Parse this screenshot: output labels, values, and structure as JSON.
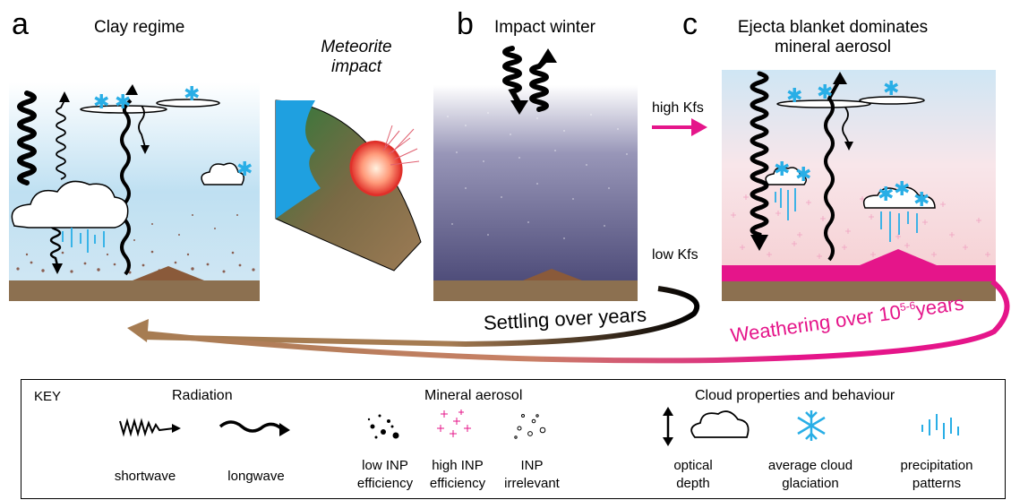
{
  "panels": {
    "a": {
      "letter": "a",
      "title": "Clay regime"
    },
    "impact": {
      "title": "Meteorite impact"
    },
    "b": {
      "letter": "b",
      "title": "Impact winter"
    },
    "c": {
      "letter": "c",
      "title": "Ejecta blanket dominates mineral aerosol"
    }
  },
  "arrows": {
    "high_kfs": "high Kfs",
    "low_kfs": "low Kfs",
    "settling": "Settling over years",
    "weathering_prefix": "Weathering over 10",
    "weathering_exp": "5-6",
    "weathering_suffix": "years"
  },
  "key": {
    "label": "KEY",
    "radiation": {
      "heading": "Radiation",
      "items": [
        "shortwave",
        "longwave"
      ]
    },
    "mineral_aerosol": {
      "heading": "Mineral aerosol",
      "items": [
        {
          "line1": "low INP",
          "line2": "efficiency"
        },
        {
          "line1": "high INP",
          "line2": "efficiency"
        },
        {
          "line1": "INP",
          "line2": "irrelevant"
        }
      ]
    },
    "cloud": {
      "heading": "Cloud properties and behaviour",
      "items": [
        {
          "line1": "optical",
          "line2": "depth"
        },
        {
          "line1": "average cloud",
          "line2": "glaciation"
        },
        {
          "line1": "precipitation",
          "line2": "patterns"
        }
      ]
    }
  },
  "colors": {
    "sky_top": "#ffffff",
    "sky_blue": "#bfe0f2",
    "winter_top": "#ffffff",
    "winter_bottom": "#4f4d7a",
    "pink_sky": "#f7d3d3",
    "ground": "#8c7050",
    "magenta": "#e5158a",
    "brown_arrow": "#a67c52",
    "ice_blue": "#29aee6",
    "ocean": "#1fa0e0"
  }
}
